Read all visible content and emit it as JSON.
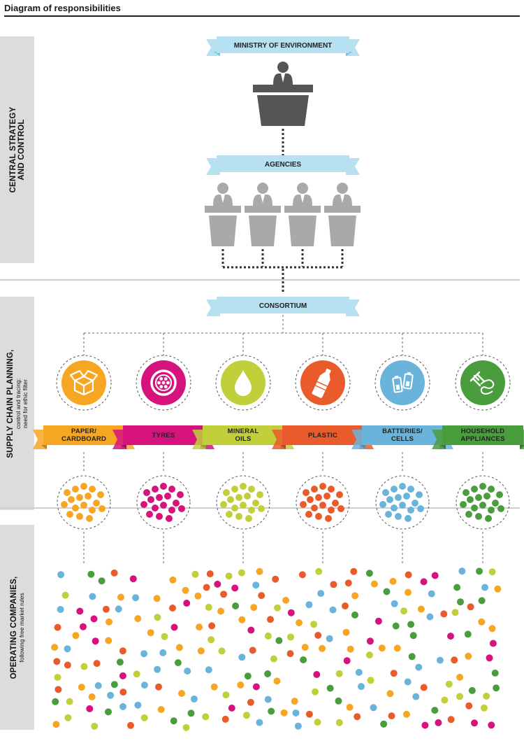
{
  "title": "Diagram of responsibilities",
  "sections": {
    "central": {
      "line1": "CENTRAL STRATEGY",
      "line2": "AND CONTROL"
    },
    "supply": {
      "main": "SUPPLY CHAIN PLANNING,",
      "sub1": "control and tracing:",
      "sub2": "need for ethic filter"
    },
    "operating": {
      "main": "OPERATING COMPANIES,",
      "sub": "following free market rules"
    }
  },
  "nodes": {
    "ministry": "MINISTRY OF ENVIRONMENT",
    "agencies": "AGENCIES",
    "consortium": "CONSORTIUM"
  },
  "categories": [
    {
      "line1": "PAPER/",
      "line2": "CARDBOARD",
      "color": "#f6a623",
      "icon": "box-icon"
    },
    {
      "line1": "TYRES",
      "line2": "",
      "color": "#d6137d",
      "icon": "tyre-icon"
    },
    {
      "line1": "MINERAL",
      "line2": "OILS",
      "color": "#c1cf3a",
      "icon": "oil-drop-icon"
    },
    {
      "line1": "PLASTIC",
      "line2": "",
      "color": "#ea5b2b",
      "icon": "bottle-icon"
    },
    {
      "line1": "BATTERIES/",
      "line2": "CELLS",
      "color": "#6ab4dc",
      "icon": "battery-icon"
    },
    {
      "line1": "HOUSEHOLD",
      "line2": "APPLIANCES",
      "color": "#4a9d3d",
      "icon": "plug-icon"
    }
  ],
  "colors": {
    "ribbon": "#b7e1f1",
    "podium": "#555555",
    "agency": "#a9a9a9"
  }
}
